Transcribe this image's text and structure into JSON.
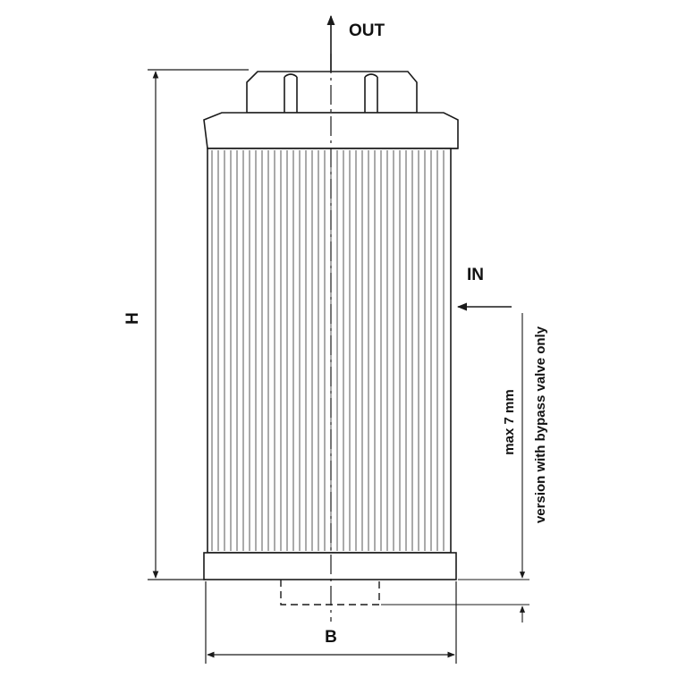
{
  "labels": {
    "out": "OUT",
    "in": "IN",
    "height": "H",
    "width": "B",
    "max_note": "max 7 mm",
    "version_note": "version with bypass valve only"
  },
  "colors": {
    "line": "#1a1a1a",
    "pleat": "#555555",
    "background": "#ffffff"
  }
}
